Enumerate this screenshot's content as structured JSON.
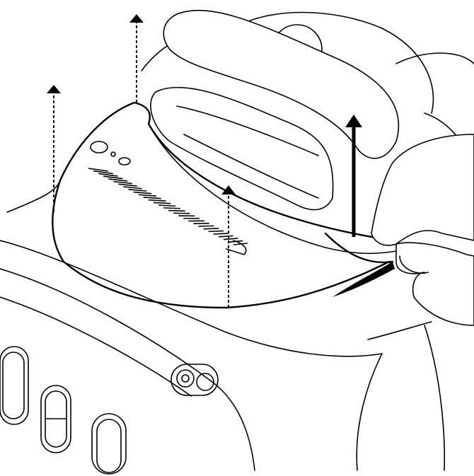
{
  "illustration": {
    "stroke_color": "#000000",
    "background": "#ffffff",
    "arrows": [
      {
        "name": "lift-arrow-left",
        "style": "dashed"
      },
      {
        "name": "lift-arrow-top",
        "style": "dashed"
      },
      {
        "name": "lift-arrow-center",
        "style": "dashed"
      },
      {
        "name": "lift-arrow-right",
        "style": "solid"
      }
    ]
  }
}
